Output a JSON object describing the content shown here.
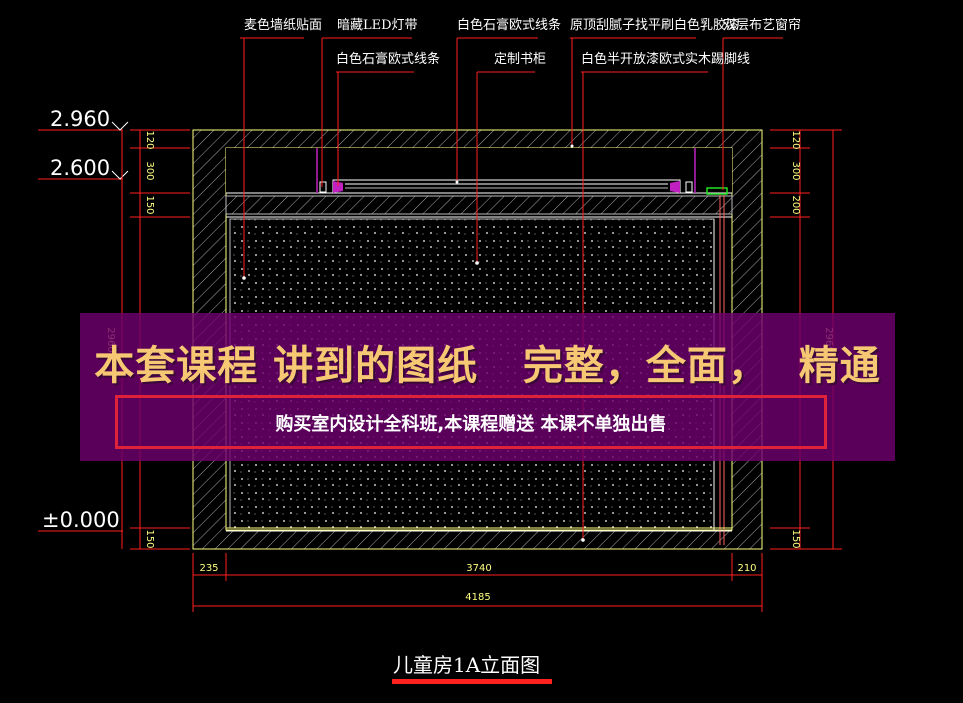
{
  "callouts": {
    "wallpaper": "麦色墙纸贴面",
    "led_strip": "暗藏LED灯带",
    "gypsum_line_right": "白色石膏欧式线条",
    "gypsum_line_left": "白色石膏欧式线条",
    "ceiling_paint": "原顶刮腻子找平刷白色乳胶漆",
    "bookcase": "定制书柜",
    "baseboard": "白色半开放漆欧式实木踢脚线",
    "curtain": "双层布艺窗帘"
  },
  "levels": {
    "top": "2.960",
    "ceiling": "2.600",
    "floor": "±0.000"
  },
  "dimensions": {
    "left_col": [
      "120",
      "300",
      "150",
      "150"
    ],
    "right_col": [
      "120",
      "300",
      "200",
      "150"
    ],
    "left_total": "2960",
    "right_total": "2960",
    "bottom_left": "235",
    "bottom_mid": "3740",
    "bottom_right": "210",
    "bottom_total": "4185"
  },
  "drawing_title": "儿童房1A立面图",
  "promo": {
    "headline": "本套课程 讲到的图纸   完整，全面，  精通",
    "subline": "购买室内设计全科班,本课程赠送 本课不单独出售"
  },
  "colors": {
    "background": "#000000",
    "dim_line": "#ff2020",
    "outline": "#ffff80",
    "hatch": "#bdbdbd",
    "accent_purple": "#c020c0",
    "promo_band": "#6e006e",
    "promo_text": "#f7c873",
    "promo_border": "#e0213a"
  }
}
